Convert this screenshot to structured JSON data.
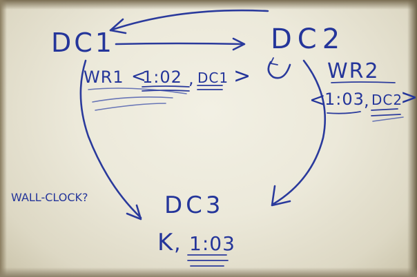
{
  "nodes": {
    "dc1": "DC1",
    "dc2": "DC2",
    "dc3": "DC3"
  },
  "annotations": {
    "dc1_writer": "WR1",
    "dc1_timestamp": "1:02",
    "dc1_ref": "DC1",
    "dc2_writer": "WR2",
    "dc2_timestamp": "1:03",
    "dc2_ref": "DC2",
    "dc3_key": "K",
    "dc3_timestamp": "1:03",
    "wall_clock": "WALL-CLOCK?"
  },
  "symbols": {
    "lt": "<",
    "gt": ">",
    "comma": ","
  },
  "colors": {
    "ink": "#2a3a9c",
    "board": "#ece9da"
  }
}
